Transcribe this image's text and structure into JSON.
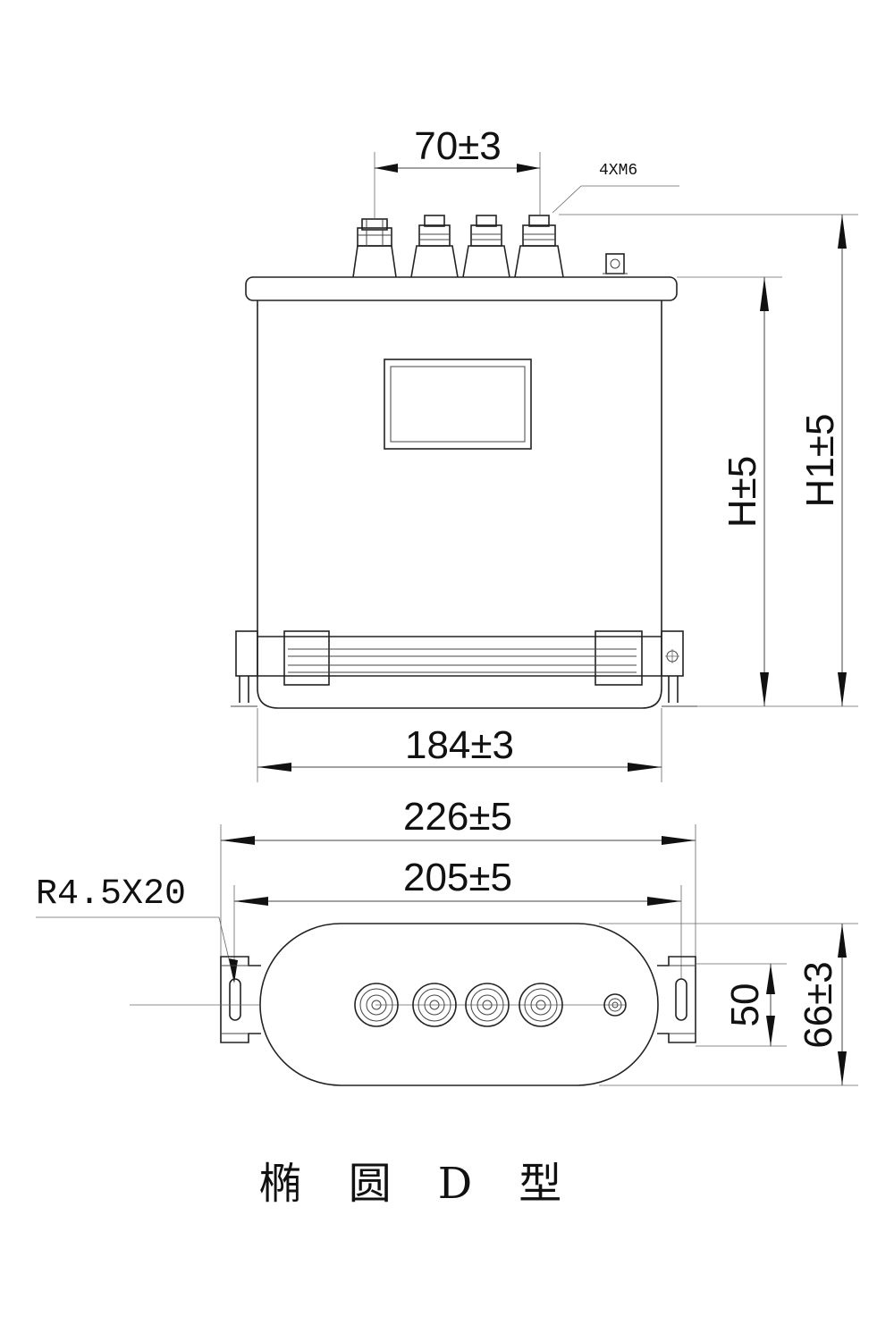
{
  "front_view": {
    "top_spacing_label": "70±3",
    "terminal_label": "4XM6",
    "height_label": "H±5",
    "total_height_label": "H1±5",
    "body_width_label": "184±3"
  },
  "bottom_view": {
    "overall_width_label": "226±5",
    "mounting_width_label": "205±5",
    "slot_label": "R4.5X20",
    "inner_depth_label": "50",
    "depth_label": "66±3"
  },
  "caption": "椭　圆　D　型"
}
